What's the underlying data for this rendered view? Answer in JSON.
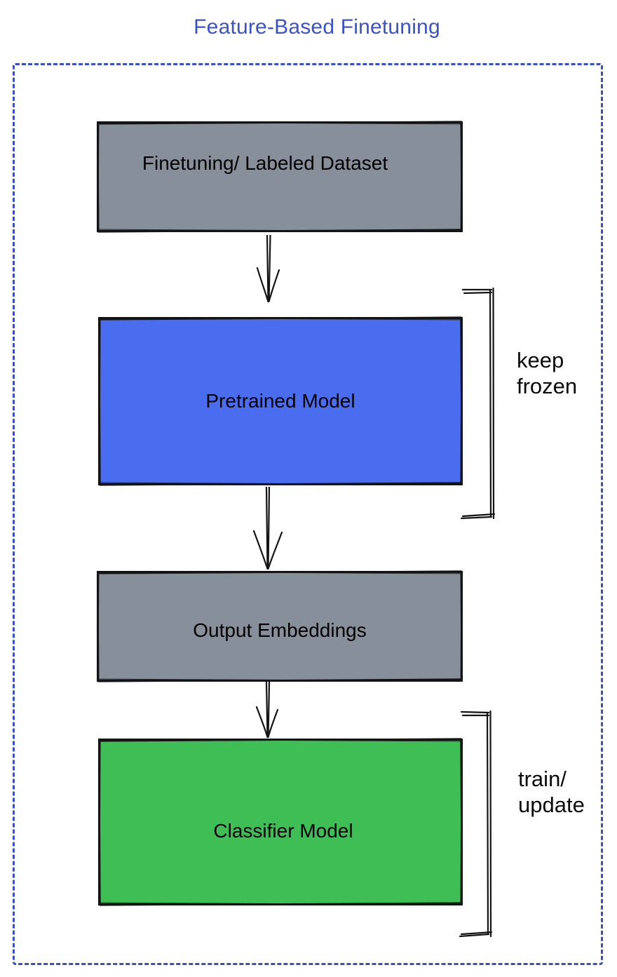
{
  "title": "Feature-Based Finetuning",
  "colors": {
    "title_text": "#3C52C9",
    "frame_border": "#3A50BF",
    "gray_fill": "#878F9A",
    "blue_fill": "#4A6CEE",
    "green_fill": "#3FBE56",
    "outline": "#141414",
    "label_text": "#000000"
  },
  "nodes": [
    {
      "id": "finetuning_dataset",
      "label": "Finetuning/ Labeled Dataset",
      "fill": "#878F9A"
    },
    {
      "id": "pretrained_model",
      "label": "Pretrained Model",
      "fill": "#4A6CEE"
    },
    {
      "id": "output_embeddings",
      "label": "Output Embeddings",
      "fill": "#878F9A"
    },
    {
      "id": "classifier_model",
      "label": "Classifier Model",
      "fill": "#3FBE56"
    }
  ],
  "edges": [
    {
      "from": "finetuning_dataset",
      "to": "pretrained_model"
    },
    {
      "from": "pretrained_model",
      "to": "output_embeddings"
    },
    {
      "from": "output_embeddings",
      "to": "classifier_model"
    }
  ],
  "annotations": [
    {
      "target": "pretrained_model",
      "lines": [
        "keep",
        "frozen"
      ]
    },
    {
      "target": "classifier_model",
      "lines": [
        "train/",
        "update"
      ]
    }
  ]
}
